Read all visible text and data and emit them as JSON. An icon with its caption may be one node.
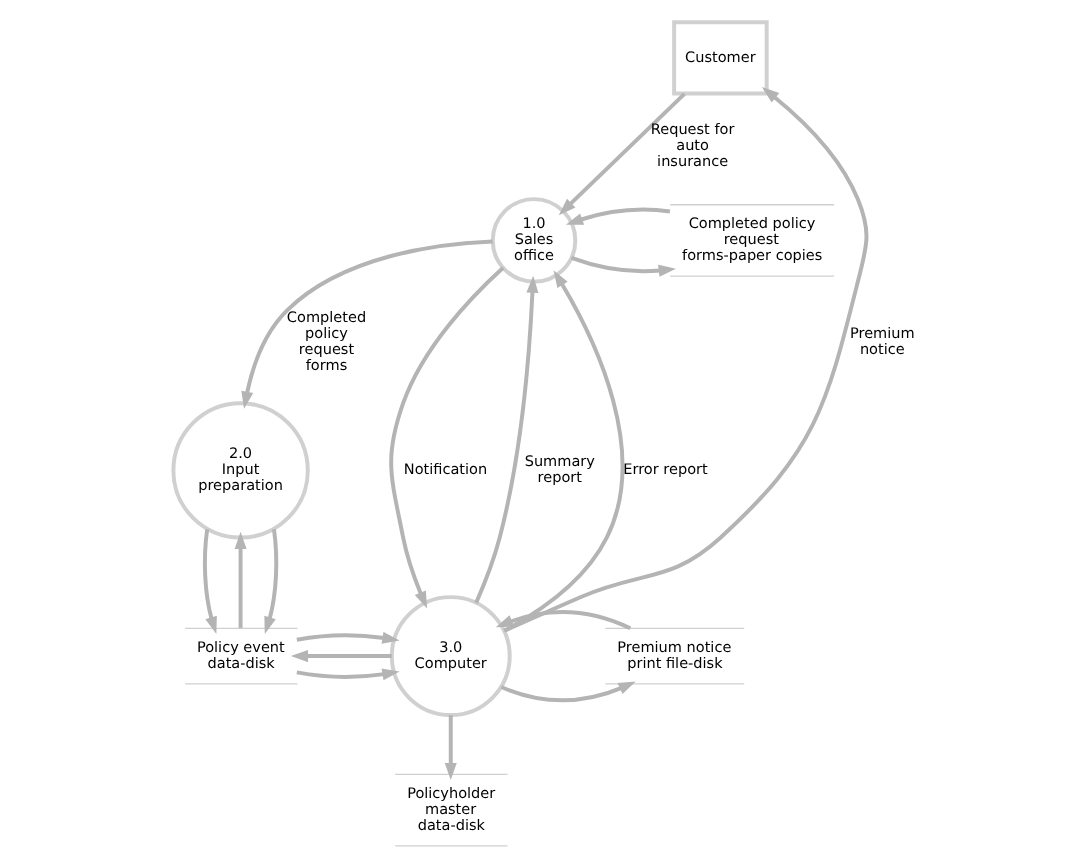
{
  "diagram": {
    "nodes": [
      {
        "text": [
          "Customer"
        ]
      },
      {
        "text": [
          "1.0",
          "Sales office"
        ]
      },
      {
        "text": [
          "Completed policy request forms-paper copies"
        ]
      },
      {
        "text": [
          "2.0",
          "Input preparation"
        ]
      },
      {
        "text": [
          "3.0",
          "Computer"
        ]
      },
      {
        "text": [
          "Premium notice print file-disk"
        ]
      },
      {
        "text": [
          "Policy event data-disk"
        ]
      },
      {
        "text": [
          "Policyholder master data-disk"
        ]
      }
    ],
    "edges": [
      {
        "from": 0,
        "to": 1,
        "arrow": "to",
        "label": "Request for auto insurance"
      },
      {
        "from": 1,
        "to": 2,
        "arrow": "to"
      },
      {
        "from": 2,
        "to": 1,
        "arrow": "to"
      },
      {
        "from": 1,
        "to": 3,
        "arrow": "to",
        "label": "Completed policy request forms"
      },
      {
        "from": 4,
        "to": 0,
        "arrow": "to",
        "label": "Premium notice"
      },
      {
        "from": 4,
        "to": 1,
        "arrow": "to",
        "label": "Summary report"
      },
      {
        "from": 4,
        "to": 1,
        "arrow": "to",
        "label": "Error report"
      },
      {
        "from": 1,
        "to": 4,
        "arrow": "to",
        "label": "Notification"
      },
      {
        "from": 3,
        "to": 6,
        "arrow": "to"
      },
      {
        "from": 6,
        "to": 3,
        "arrow": "to"
      },
      {
        "from": 3,
        "to": 6,
        "arrow": "to"
      },
      {
        "from": 4,
        "to": 5,
        "arrow": "to"
      },
      {
        "from": 5,
        "to": 4,
        "arrow": "to"
      },
      {
        "from": 6,
        "to": 4,
        "arrow": "to"
      },
      {
        "from": 4,
        "to": 6,
        "arrow": "to"
      },
      {
        "from": 6,
        "to": 4,
        "arrow": "to"
      },
      {
        "from": 4,
        "to": 7,
        "arrow": "to"
      }
    ]
  }
}
